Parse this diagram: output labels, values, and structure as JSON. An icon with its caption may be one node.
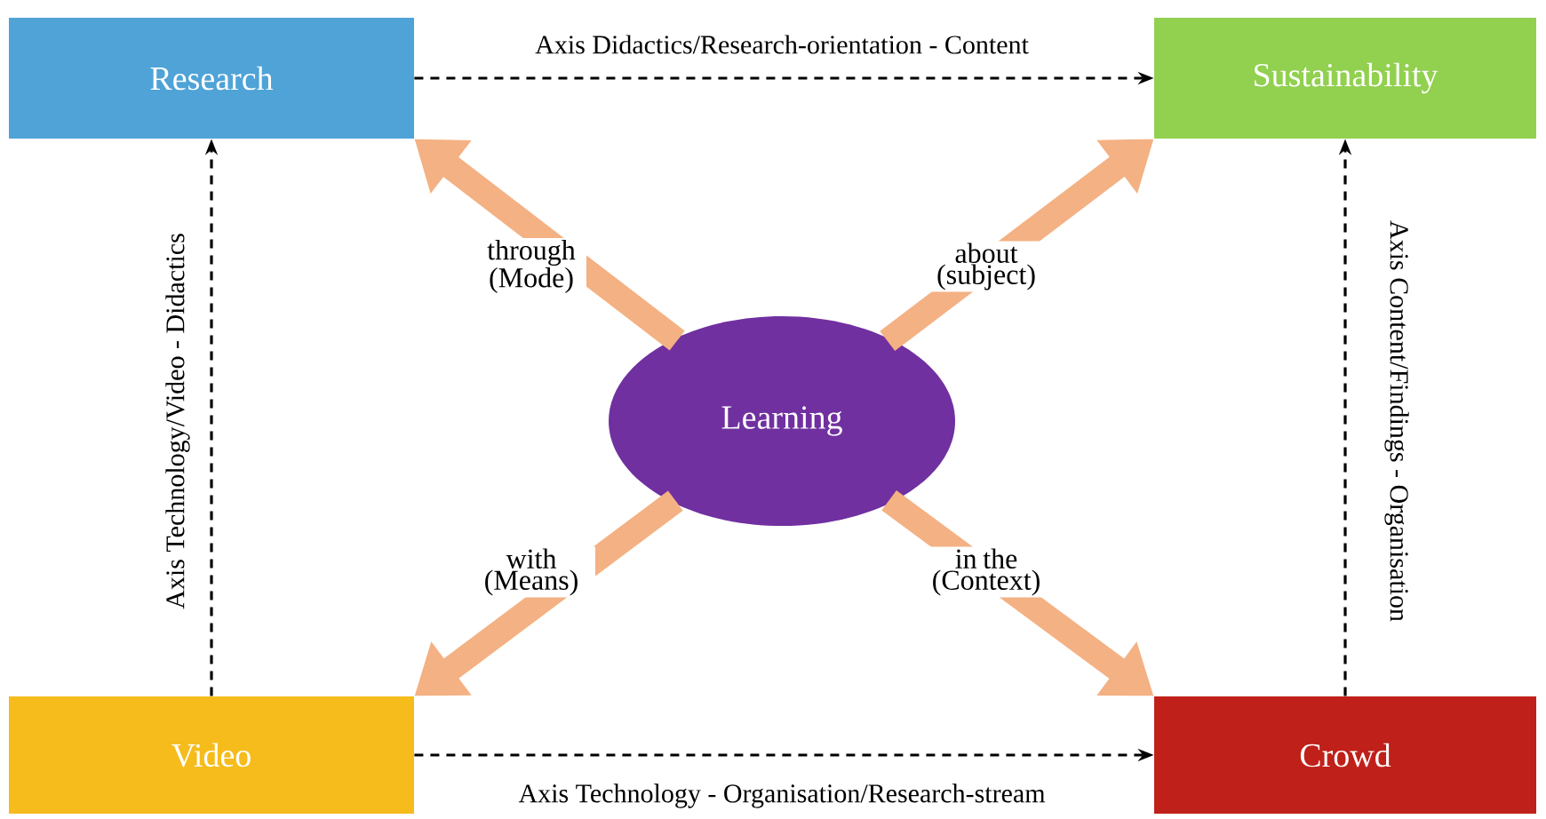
{
  "diagram": {
    "nodes": [
      {
        "text": [
          "Research"
        ]
      },
      {
        "text": [
          "Sustainability"
        ]
      },
      {
        "text": [
          "Video"
        ]
      },
      {
        "text": [
          "Crowd"
        ]
      },
      {
        "text": [
          "Learning"
        ]
      }
    ],
    "edges": [
      {
        "from": 0,
        "to": 1,
        "arrow": "to",
        "label": "Axis Didactics/Research-orientation - Content",
        "style": "dashed"
      },
      {
        "from": 2,
        "to": 0,
        "arrow": "to",
        "label": "Axis Technology/Video - Didactics",
        "style": "dashed"
      },
      {
        "from": 3,
        "to": 1,
        "arrow": "to",
        "label": "Axis Content/Findings - Organisation",
        "style": "dashed"
      },
      {
        "from": 2,
        "to": 3,
        "arrow": "to",
        "label": "Axis Technology - Organisation/Research-stream",
        "style": "dashed"
      },
      {
        "from": 4,
        "to": 0,
        "arrow": "to",
        "label": "through (Mode)",
        "style": "thick",
        "color": "#f4b183"
      },
      {
        "from": 4,
        "to": 1,
        "arrow": "to",
        "label": "about (subject)",
        "style": "thick",
        "color": "#f4b183"
      },
      {
        "from": 4,
        "to": 2,
        "arrow": "to",
        "label": "with (Means)",
        "style": "thick",
        "color": "#f4b183"
      },
      {
        "from": 4,
        "to": 3,
        "arrow": "to",
        "label": "in the (Context)",
        "style": "thick",
        "color": "#f4b183"
      }
    ]
  }
}
